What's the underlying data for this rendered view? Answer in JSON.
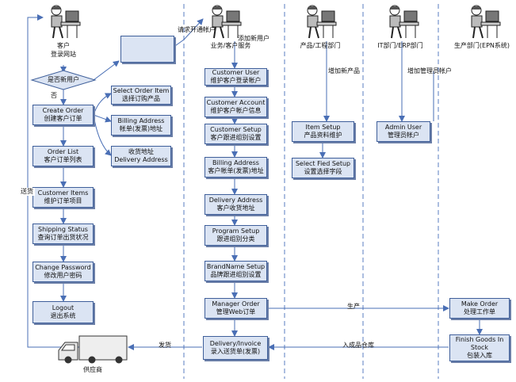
{
  "actors": {
    "customer": "客户",
    "customer_sub": "登录网站",
    "sales": "业务/客户服务",
    "product": "产品/工程部门",
    "it": "IT部门/ERP部门",
    "production": "生产部门(EPN系统)",
    "supplier": "供应商"
  },
  "decision": {
    "text": "是否新用户",
    "no_label": "否"
  },
  "customer_flow": [
    {
      "en": "Create Order",
      "zh": "创建客户订单"
    },
    {
      "en": "Order List",
      "zh": "客户订单列表"
    },
    {
      "en": "Customer Items",
      "zh": "维护订单项目"
    },
    {
      "en": "Shipping Status",
      "zh": "查询订单出货状况"
    },
    {
      "en": "Change Password",
      "zh": "修改用户密码"
    },
    {
      "en": "Logout",
      "zh": "退出系统"
    }
  ],
  "order_options": [
    {
      "en": "Select Order Item",
      "zh": "选择订购产品"
    },
    {
      "en": "Billing Address",
      "zh": "帐单(发票)地址"
    },
    {
      "en": "Delivery Address",
      "zh": "收货地址"
    }
  ],
  "sales_flow": [
    {
      "en": "Customer User",
      "zh": "维护客户登录帐户"
    },
    {
      "en": "Customer Account",
      "zh": "维护客户帐户信息"
    },
    {
      "en": "Customer Setup",
      "zh": "客户跟进组别设置"
    },
    {
      "en": "Billing Address",
      "zh": "客户帐单(发票)地址"
    },
    {
      "en": "Delivery Address",
      "zh": "客户收货地址"
    },
    {
      "en": "Program Setup",
      "zh": "跟进组别分类"
    },
    {
      "en": "BrandName Setup",
      "zh": "品牌跟进组别设置"
    },
    {
      "en": "Manager Order",
      "zh": "管理Web订单"
    },
    {
      "en": "Delivery/Invoice",
      "zh": "录入送货单(发票)"
    }
  ],
  "product_flow": [
    {
      "en": "Item Setup",
      "zh": "产品资料维护"
    },
    {
      "en": "Select Fied Setup",
      "zh": "设置选择字段"
    }
  ],
  "it_flow": [
    {
      "en": "Admin User",
      "zh": "管理员帐户"
    }
  ],
  "production_flow": [
    {
      "en": "Make Order",
      "zh": "处理工作单"
    },
    {
      "en": "Finish Goods In",
      "en2": "Stock",
      "zh": "包装入库"
    }
  ],
  "edge_labels": {
    "request_account": "请求开通帐户",
    "add_user": "添加新用户",
    "add_product": "增加新产品",
    "add_admin": "增加管理员帐户",
    "production": "生产",
    "stock_in": "入成品仓库",
    "ship": "发货",
    "deliver": "送货"
  },
  "colors": {
    "box_fill": "#dbe4f3",
    "box_border": "#3f5f9a",
    "line": "#4a6fb5",
    "lane": "#5a7dc0"
  }
}
